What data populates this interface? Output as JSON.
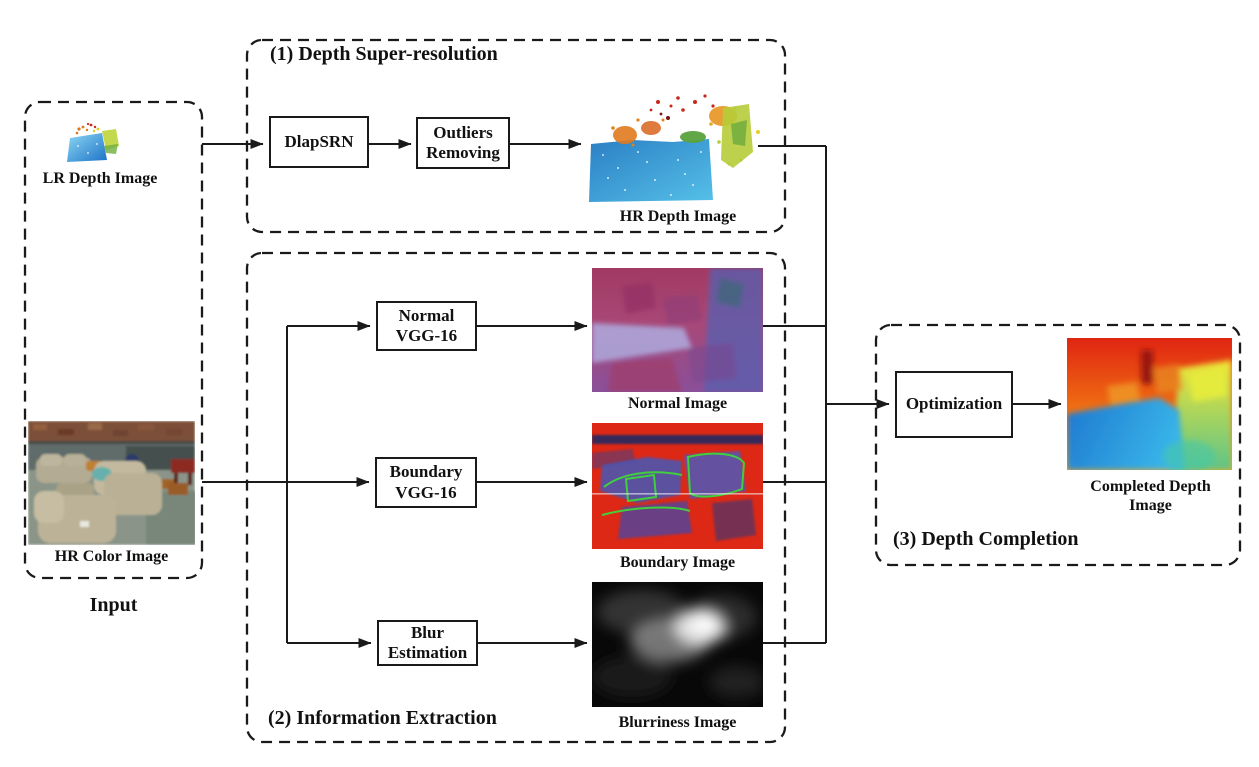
{
  "input_group": {
    "label": "Input",
    "lr_depth_label": "LR Depth Image",
    "hr_color_label": "HR Color Image"
  },
  "stage1": {
    "title": "(1) Depth Super-resolution",
    "dlapsrn_label": "DlapSRN",
    "outliers_label": "Outliers Removing",
    "output_label": "HR Depth Image"
  },
  "stage2": {
    "title": "(2) Information Extraction",
    "normal_vgg_label": "Normal VGG-16",
    "boundary_vgg_label": "Boundary VGG-16",
    "blur_estimation_label": "Blur Estimation",
    "normal_output_label": "Normal Image",
    "boundary_output_label": "Boundary Image",
    "blurriness_output_label": "Blurriness Image"
  },
  "stage3": {
    "title": "(3) Depth Completion",
    "optimization_label": "Optimization",
    "output_label": "Completed Depth Image"
  },
  "colors": {
    "line": "#1a1a1a",
    "background": "#ffffff"
  }
}
